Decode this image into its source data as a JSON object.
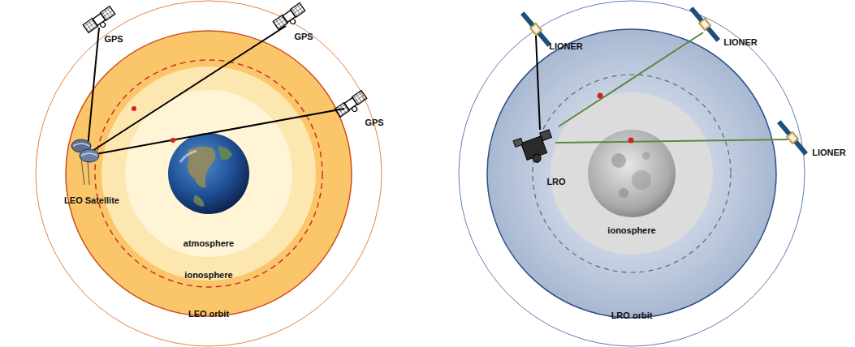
{
  "diagram": {
    "labels": [
      "GPS",
      "GPS",
      "GPS",
      "LEO Satellite",
      "atmosphere",
      "ionosphere",
      "LEO orbit",
      "LIONER",
      "LIONER",
      "LIONER",
      "LRO",
      "ionosphere",
      "LRO orbit"
    ]
  }
}
